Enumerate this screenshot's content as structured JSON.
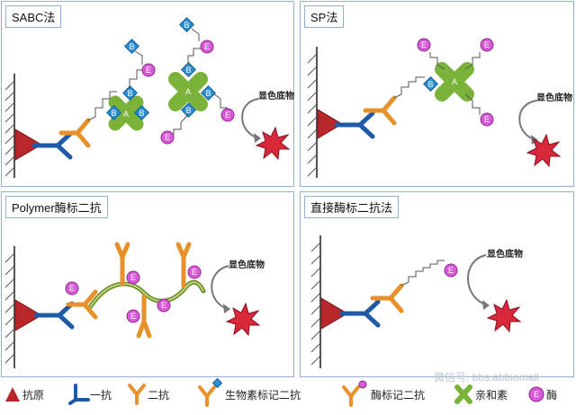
{
  "panels": {
    "sabc": {
      "title": "SABC法",
      "substrate": "显色底物"
    },
    "sp": {
      "title": "SP法",
      "substrate": "显色底物"
    },
    "polymer": {
      "title": "Polymer酶标二抗",
      "substrate": "显色底物"
    },
    "direct": {
      "title": "直接酶标二抗法",
      "substrate": "显色底物"
    }
  },
  "markers": {
    "biotin": "B",
    "avidin": "A",
    "enzyme": "E"
  },
  "legend": {
    "antigen": "抗原",
    "primary": "一抗",
    "secondary": "二抗",
    "biotin_secondary": "生物素标记二抗",
    "enzyme_secondary": "酶标记二抗",
    "avidin": "亲和素",
    "enzyme": "酶"
  },
  "watermark": "微信号: bbs.abbiomall",
  "colors": {
    "panel_border": "#8fb0d8",
    "antigen": "#b8282b",
    "primary_antibody": "#1e5aa8",
    "secondary_antibody": "#e8912a",
    "biotin": "#2b8fd6",
    "avidin": "#7bb33a",
    "enzyme": "#d85ad8",
    "substrate": "#d8283a",
    "polymer_backbone": "#6f8f2a"
  }
}
